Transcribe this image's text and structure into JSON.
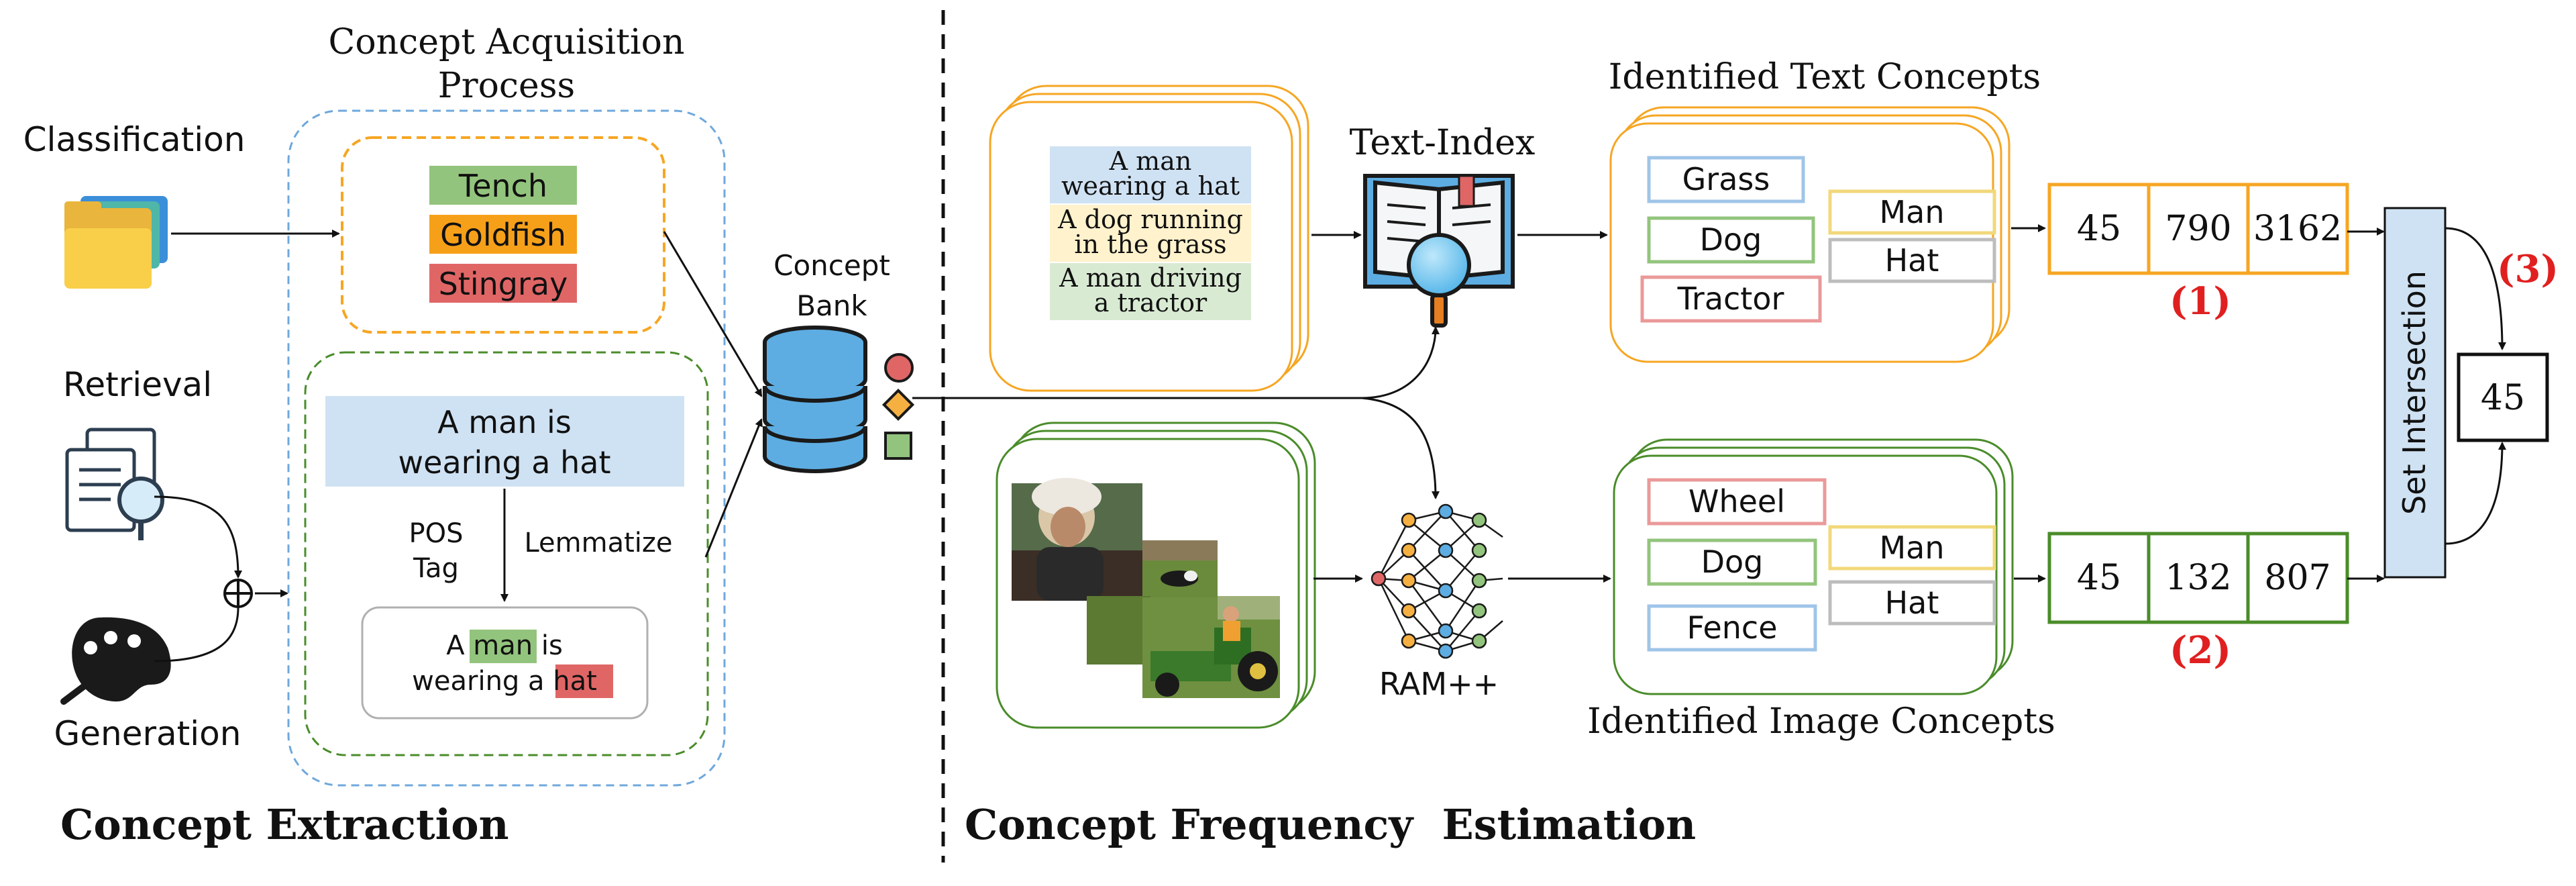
{
  "left_panel": {
    "title": "Concept Extraction",
    "process_title_line1": "Concept Acquisition",
    "process_title_line2": "Process",
    "sources": {
      "classification": "Classification",
      "retrieval": "Retrieval",
      "generation": "Generation"
    },
    "class_labels": [
      "Tench",
      "Goldfish",
      "Stingray"
    ],
    "caption_line1": "A man is",
    "caption_line2": "wearing a hat",
    "pos_tag_line1": "POS",
    "pos_tag_line2": "Tag",
    "lemmatize": "Lemmatize",
    "lemma": {
      "w1": "A",
      "w2": "man",
      "w3": "is",
      "w4": "wearing a",
      "w5": "hat"
    },
    "concept_bank_line1": "Concept",
    "concept_bank_line2": "Bank"
  },
  "right_panel": {
    "title": "Concept Frequency  Estimation",
    "captions": [
      {
        "line1": "A man",
        "line2": "wearing a hat"
      },
      {
        "line1": "A dog running",
        "line2": "in the grass"
      },
      {
        "line1": "A man driving",
        "line2": "a tractor"
      }
    ],
    "text_index": "Text-Index",
    "ram": "RAM++",
    "text_concepts_title": "Identified Text Concepts",
    "text_concepts": [
      "Grass",
      "Dog",
      "Tractor",
      "Man",
      "Hat"
    ],
    "image_concepts_title": "Identified Image Concepts",
    "image_concepts": [
      "Wheel",
      "Dog",
      "Fence",
      "Man",
      "Hat"
    ],
    "text_counts": [
      "45",
      "790",
      "3162"
    ],
    "image_counts": [
      "45",
      "132",
      "807"
    ],
    "marker1": "(1)",
    "marker2": "(2)",
    "marker3": "(3)",
    "set_intersection": "Set Intersection",
    "result": "45"
  },
  "colors": {
    "class_green": "#93c47d",
    "class_orange": "#f6a01a",
    "class_red": "#e06666",
    "caption_blue": "#cfe2f3",
    "caption_yellow": "#fff2cc",
    "caption_green": "#d9ead3",
    "orange_border": "#f6a623",
    "green_border": "#4a8c2a",
    "blue_dash": "#6fa8dc",
    "red_marker": "#e02020",
    "bank_blue": "#5dade2",
    "set_fill": "#cfe2f3"
  }
}
